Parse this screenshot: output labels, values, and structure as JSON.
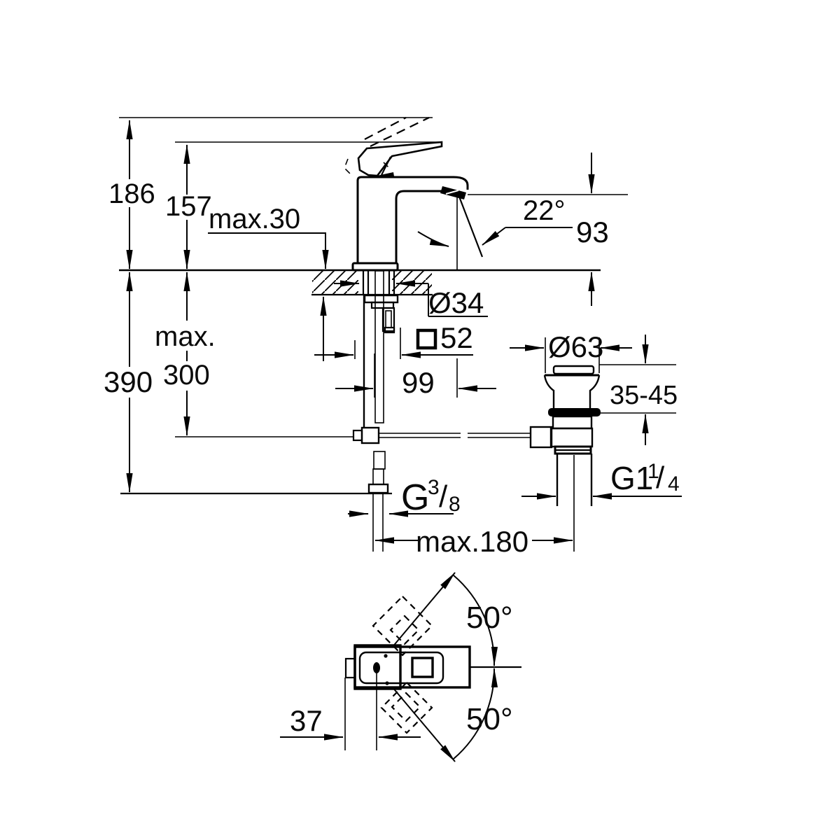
{
  "drawing": {
    "dims": {
      "overall_height": "186",
      "spout_tip_height": "157",
      "deck_thickness": "max.30",
      "spray_angle": "22°",
      "spout_height": "93",
      "hose_max_word": "max.",
      "hose_max_value": "300",
      "hose_depth": "390",
      "shank_diameter": "Ø34",
      "body_square_value": "52",
      "spout_reach": "99",
      "waste_flange_diameter": "Ø63",
      "basin_clamp_range": "35-45",
      "supply_thread_letter": "G",
      "supply_thread_numerator": "3",
      "supply_thread_slash": "/",
      "supply_thread_denominator": "8",
      "waste_thread_main": "G1",
      "waste_thread_numerator": "1",
      "waste_thread_slash": "/",
      "waste_thread_denominator": "4",
      "install_span": "max.180",
      "handle_swing_upper": "50°",
      "handle_swing_lower": "50°",
      "handle_rod_offset": "37"
    }
  }
}
